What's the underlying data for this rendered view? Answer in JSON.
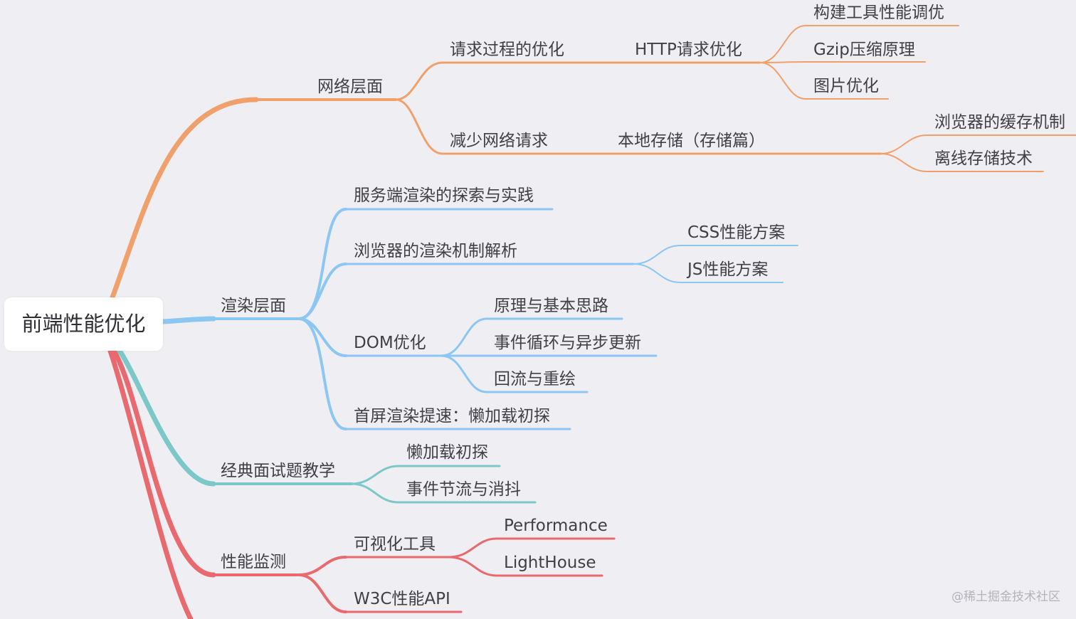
{
  "colors": {
    "background": "#efeef3",
    "orange": "#f0a06b",
    "blue": "#8cc6f2",
    "teal": "#7cc8c8",
    "red": "#e86a6e"
  },
  "root": {
    "label": "前端性能优化"
  },
  "branches": {
    "network": {
      "label": "网络层面",
      "request_process": {
        "label": "请求过程的优化",
        "http": {
          "label": "HTTP请求优化",
          "build_tools": "构建工具性能调优",
          "gzip": "Gzip压缩原理",
          "image": "图片优化"
        }
      },
      "reduce_requests": {
        "label": "减少网络请求",
        "local_storage": {
          "label": "本地存储（存储篇）",
          "browser_cache": "浏览器的缓存机制",
          "offline_storage": "离线存储技术"
        }
      }
    },
    "render": {
      "label": "渲染层面",
      "ssr": "服务端渲染的探索与实践",
      "browser_render": {
        "label": "浏览器的渲染机制解析",
        "css": "CSS性能方案",
        "js": "JS性能方案"
      },
      "dom": {
        "label": "DOM优化",
        "principle": "原理与基本思路",
        "event_loop": "事件循环与异步更新",
        "reflow": "回流与重绘"
      },
      "first_screen": "首屏渲染提速：懒加载初探"
    },
    "interview": {
      "label": "经典面试题教学",
      "lazy_load": "懒加载初探",
      "throttle": "事件节流与消抖"
    },
    "monitor": {
      "label": "性能监测",
      "visual_tools": {
        "label": "可视化工具",
        "performance": "Performance",
        "lighthouse": "LightHouse"
      },
      "w3c_api": "W3C性能API"
    }
  },
  "watermark": "@稀土掘金技术社区"
}
